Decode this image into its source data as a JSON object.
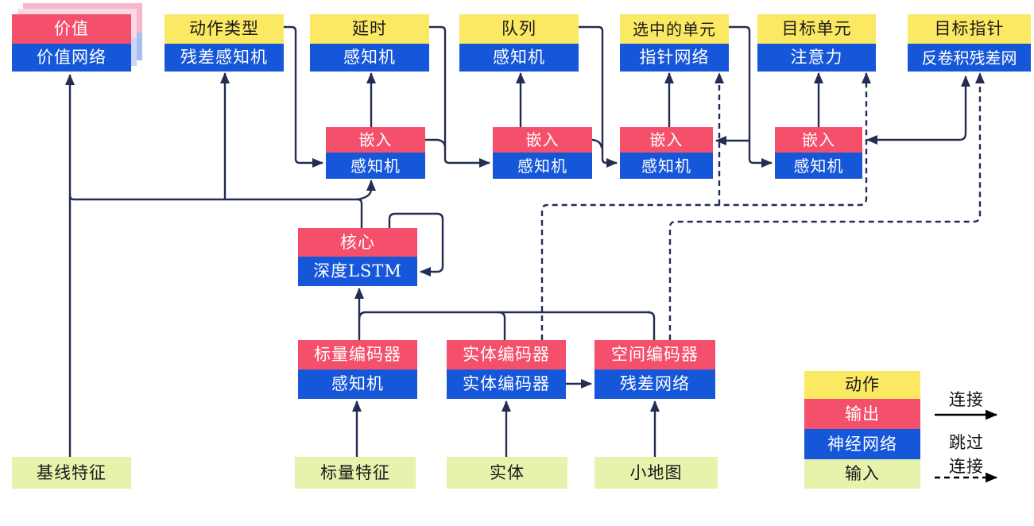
{
  "colors": {
    "action_yellow": "#FBE863",
    "output_red": "#F4506C",
    "network_blue": "#1657D9",
    "input_green": "#E5F3AC",
    "line_navy": "#232C52",
    "legend_arrow_black": "#000000"
  },
  "heads": [
    {
      "top": "价值",
      "bottom": "价值网络",
      "top_type": "output"
    },
    {
      "top": "动作类型",
      "bottom": "残差感知机",
      "top_type": "action"
    },
    {
      "top": "延时",
      "bottom": "感知机",
      "top_type": "action"
    },
    {
      "top": "队列",
      "bottom": "感知机",
      "top_type": "action"
    },
    {
      "top": "选中的单元",
      "bottom": "指针网络",
      "top_type": "action"
    },
    {
      "top": "目标单元",
      "bottom": "注意力",
      "top_type": "action"
    },
    {
      "top": "目标指针",
      "bottom": "反卷积残差网",
      "top_type": "action"
    }
  ],
  "embeddings": [
    {
      "top": "嵌入",
      "bottom": "感知机"
    },
    {
      "top": "嵌入",
      "bottom": "感知机"
    },
    {
      "top": "嵌入",
      "bottom": "感知机"
    },
    {
      "top": "嵌入",
      "bottom": "感知机"
    }
  ],
  "core": {
    "top": "核心",
    "bottom": "深度LSTM"
  },
  "encoders": [
    {
      "top": "标量编码器",
      "bottom": "感知机"
    },
    {
      "top": "实体编码器",
      "bottom": "实体编码器"
    },
    {
      "top": "空间编码器",
      "bottom": "残差网络"
    }
  ],
  "inputs": [
    {
      "label": "基线特征"
    },
    {
      "label": "标量特征"
    },
    {
      "label": "实体"
    },
    {
      "label": "小地图"
    }
  ],
  "legend": {
    "items": [
      {
        "label": "动作",
        "type": "action"
      },
      {
        "label": "输出",
        "type": "output"
      },
      {
        "label": "神经网络",
        "type": "network"
      },
      {
        "label": "输入",
        "type": "input"
      }
    ],
    "solid_label": "连接",
    "dashed_label_line1": "跳过",
    "dashed_label_line2": "连接"
  }
}
